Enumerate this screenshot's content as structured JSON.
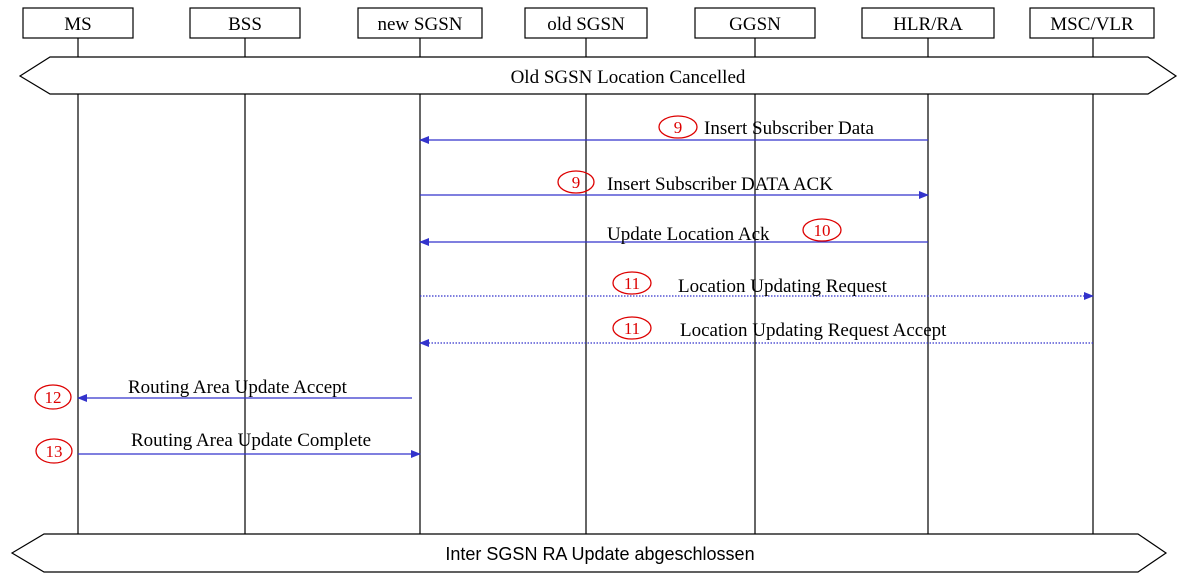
{
  "entities": [
    {
      "id": "ms",
      "label": "MS"
    },
    {
      "id": "bss",
      "label": "BSS"
    },
    {
      "id": "new-sgsn",
      "label": "new SGSN"
    },
    {
      "id": "old-sgsn",
      "label": "old SGSN"
    },
    {
      "id": "ggsn",
      "label": "GGSN"
    },
    {
      "id": "hlr-ra",
      "label": "HLR/RA"
    },
    {
      "id": "msc-vlr",
      "label": "MSC/VLR"
    }
  ],
  "banners": {
    "top": "Old SGSN Location Cancelled",
    "bottom": "Inter SGSN RA Update abgeschlossen"
  },
  "messages": [
    {
      "step": "9",
      "label": "Insert Subscriber Data",
      "from": "HLR/RA",
      "to": "new SGSN",
      "line": "solid"
    },
    {
      "step": "9",
      "label": "Insert Subscriber DATA ACK",
      "from": "new SGSN",
      "to": "HLR/RA",
      "line": "solid"
    },
    {
      "step": "10",
      "label": "Update Location Ack",
      "from": "HLR/RA",
      "to": "new SGSN",
      "line": "solid"
    },
    {
      "step": "11",
      "label": "Location Updating Request",
      "from": "new SGSN",
      "to": "MSC/VLR",
      "line": "dotted"
    },
    {
      "step": "11",
      "label": "Location Updating Request Accept",
      "from": "MSC/VLR",
      "to": "new SGSN",
      "line": "dotted"
    },
    {
      "step": "12",
      "label": "Routing Area Update Accept",
      "from": "new SGSN",
      "to": "MS",
      "line": "solid"
    },
    {
      "step": "13",
      "label": "Routing Area Update Complete",
      "from": "MS",
      "to": "new SGSN",
      "line": "solid"
    }
  ],
  "colors": {
    "arrow": "#3333cc",
    "step_marker": "#dd0000",
    "line": "#000000"
  }
}
